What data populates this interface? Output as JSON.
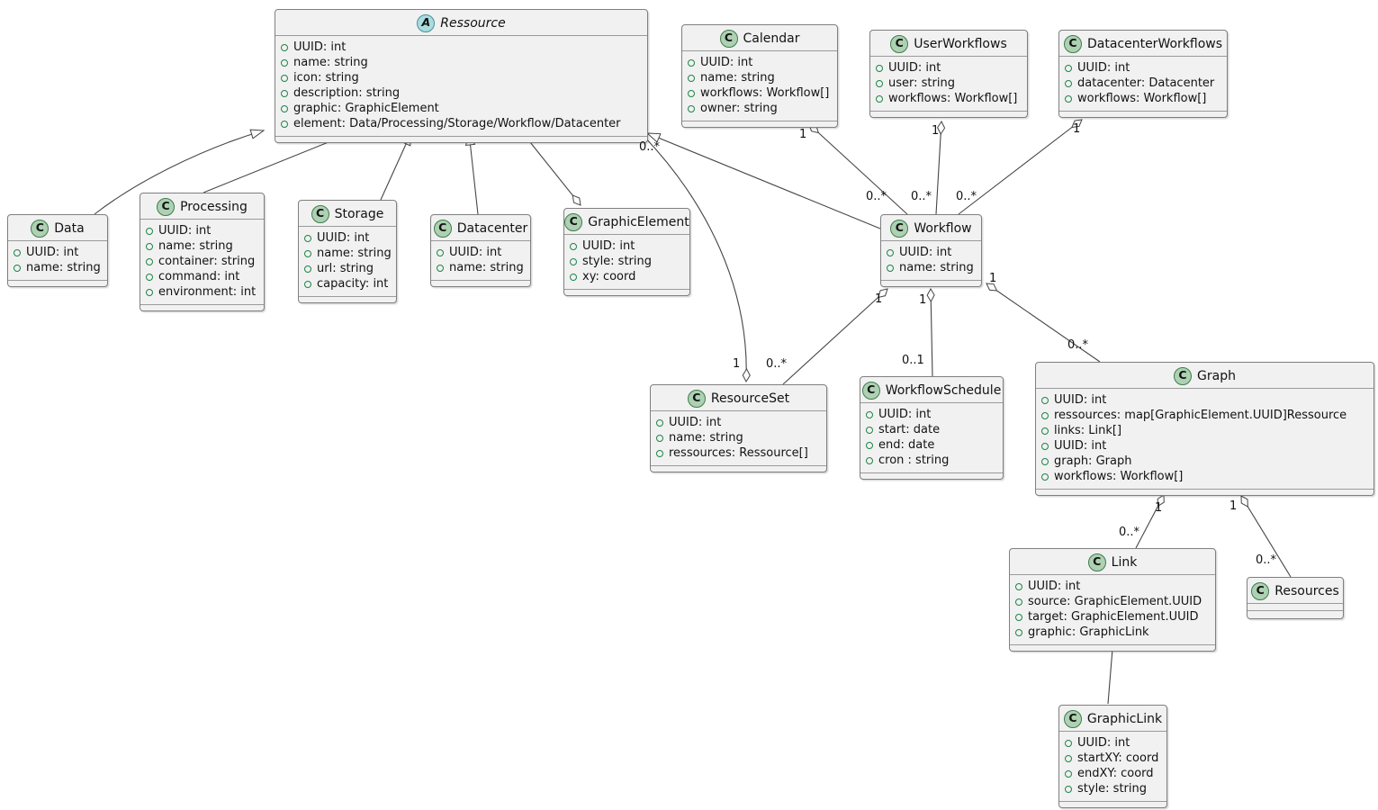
{
  "diagram_type": "UML class diagram",
  "classes": {
    "ressource": {
      "stereotype": "A",
      "name": "Ressource",
      "abstract": true,
      "attrs": [
        "UUID: int",
        "name: string",
        "icon: string",
        "description: string",
        "graphic: GraphicElement",
        "element: Data/Processing/Storage/Workflow/Datacenter"
      ]
    },
    "calendar": {
      "stereotype": "C",
      "name": "Calendar",
      "attrs": [
        "UUID: int",
        "name: string",
        "workflows: Workflow[]",
        "owner: string"
      ]
    },
    "userWorkflows": {
      "stereotype": "C",
      "name": "UserWorkflows",
      "attrs": [
        "UUID: int",
        "user: string",
        "workflows: Workflow[]"
      ]
    },
    "datacenterWorkflows": {
      "stereotype": "C",
      "name": "DatacenterWorkflows",
      "attrs": [
        "UUID: int",
        "datacenter: Datacenter",
        "workflows: Workflow[]"
      ]
    },
    "data": {
      "stereotype": "C",
      "name": "Data",
      "attrs": [
        "UUID: int",
        "name: string"
      ]
    },
    "processing": {
      "stereotype": "C",
      "name": "Processing",
      "attrs": [
        "UUID: int",
        "name: string",
        "container: string",
        "command: int",
        "environment: int"
      ]
    },
    "storage": {
      "stereotype": "C",
      "name": "Storage",
      "attrs": [
        "UUID: int",
        "name: string",
        "url: string",
        "capacity: int"
      ]
    },
    "datacenter": {
      "stereotype": "C",
      "name": "Datacenter",
      "attrs": [
        "UUID: int",
        "name: string"
      ]
    },
    "graphicElement": {
      "stereotype": "C",
      "name": "GraphicElement",
      "attrs": [
        "UUID: int",
        "style: string",
        "xy: coord"
      ]
    },
    "workflow": {
      "stereotype": "C",
      "name": "Workflow",
      "attrs": [
        "UUID: int",
        "name: string"
      ]
    },
    "resourceSet": {
      "stereotype": "C",
      "name": "ResourceSet",
      "attrs": [
        "UUID: int",
        "name: string",
        "ressources: Ressource[]"
      ]
    },
    "workflowSchedule": {
      "stereotype": "C",
      "name": "WorkflowSchedule",
      "attrs": [
        "UUID: int",
        "start: date",
        "end: date",
        "cron : string"
      ]
    },
    "graph": {
      "stereotype": "C",
      "name": "Graph",
      "attrs": [
        "UUID: int",
        "ressources: map[GraphicElement.UUID]Ressource",
        "links: Link[]",
        "UUID: int",
        "graph: Graph",
        "workflows: Workflow[]"
      ]
    },
    "link": {
      "stereotype": "C",
      "name": "Link",
      "attrs": [
        "UUID: int",
        "source: GraphicElement.UUID",
        "target: GraphicElement.UUID",
        "graphic: GraphicLink"
      ]
    },
    "resources": {
      "stereotype": "C",
      "name": "Resources",
      "attrs": []
    },
    "graphicLink": {
      "stereotype": "C",
      "name": "GraphicLink",
      "attrs": [
        "UUID: int",
        "startXY: coord",
        "endXY: coord",
        "style: string"
      ]
    }
  },
  "edges": [
    {
      "from": "Data",
      "to": "Ressource",
      "type": "inheritance"
    },
    {
      "from": "Processing",
      "to": "Ressource",
      "type": "inheritance"
    },
    {
      "from": "Storage",
      "to": "Ressource",
      "type": "inheritance"
    },
    {
      "from": "Datacenter",
      "to": "Ressource",
      "type": "inheritance"
    },
    {
      "from": "Workflow",
      "to": "Ressource",
      "type": "inheritance"
    },
    {
      "from": "Ressource",
      "to": "GraphicElement",
      "type": "aggregation",
      "diamond_at": "GraphicElement"
    },
    {
      "from": "ResourceSet",
      "to": "Ressource",
      "type": "aggregation",
      "diamond_at": "ResourceSet",
      "source_label": "1",
      "target_label": "0..*"
    },
    {
      "from": "Calendar",
      "to": "Workflow",
      "type": "aggregation",
      "diamond_at": "Calendar",
      "source_label": "1",
      "target_label": "0..*"
    },
    {
      "from": "UserWorkflows",
      "to": "Workflow",
      "type": "aggregation",
      "diamond_at": "UserWorkflows",
      "source_label": "1",
      "target_label": "0..*"
    },
    {
      "from": "DatacenterWorkflows",
      "to": "Workflow",
      "type": "aggregation",
      "diamond_at": "DatacenterWorkflows",
      "source_label": "1",
      "target_label": "0..*"
    },
    {
      "from": "Workflow",
      "to": "ResourceSet",
      "type": "aggregation",
      "diamond_at": "Workflow",
      "source_label": "1",
      "target_label": "0..*"
    },
    {
      "from": "Workflow",
      "to": "WorkflowSchedule",
      "type": "aggregation",
      "diamond_at": "Workflow",
      "source_label": "1",
      "target_label": "0..1"
    },
    {
      "from": "Workflow",
      "to": "Graph",
      "type": "aggregation",
      "diamond_at": "Workflow",
      "source_label": "1",
      "target_label": "0..*"
    },
    {
      "from": "Graph",
      "to": "Link",
      "type": "aggregation",
      "diamond_at": "Graph",
      "source_label": "1",
      "target_label": "0..*"
    },
    {
      "from": "Graph",
      "to": "Resources",
      "type": "aggregation",
      "diamond_at": "Graph",
      "source_label": "1",
      "target_label": "0..*"
    },
    {
      "from": "Link",
      "to": "GraphicLink",
      "type": "association"
    }
  ],
  "colors": {
    "box_fill": "#F1F1F1",
    "box_border": "#7f7f7f",
    "class_circle_fill": "#ADD1B2",
    "abstract_circle_fill": "#A9DCDF",
    "field_icon_green": "#1E8449",
    "edge_stroke": "#454545"
  }
}
